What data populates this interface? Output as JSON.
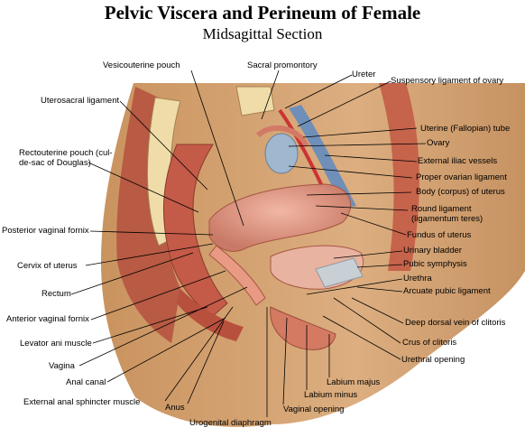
{
  "title": "Pelvic Viscera and Perineum of Female",
  "subtitle": "Midsagittal Section",
  "labels": {
    "vesicouterine_pouch": "Vesicouterine pouch",
    "sacral_promontory": "Sacral promontory",
    "ureter": "Ureter",
    "suspensory_ligament": "Suspensory ligament of ovary",
    "uterosacral_ligament": "Uterosacral ligament",
    "uterine_tube": "Uterine (Fallopian) tube",
    "ovary": "Ovary",
    "rectouterine_pouch_1": "Rectouterine pouch (cul-",
    "rectouterine_pouch_2": "de-sac of Douglas)",
    "external_iliac": "External iliac vessels",
    "proper_ovarian": "Proper ovarian ligament",
    "body_of_uterus": "Body (corpus) of uterus",
    "round_ligament_1": "Round ligament",
    "round_ligament_2": "(ligamentum teres)",
    "posterior_fornix": "Posterior vaginal fornix",
    "fundus": "Fundus of uterus",
    "urinary_bladder": "Urinary bladder",
    "cervix": "Cervix of uterus",
    "pubic_symphysis": "Pubic symphysis",
    "urethra": "Urethra",
    "rectum": "Rectum",
    "arcuate_pubic": "Arcuate pubic ligament",
    "anterior_fornix": "Anterior vaginal fornix",
    "deep_dorsal_vein": "Deep dorsal vein of clitoris",
    "levator_ani": "Levator ani muscle",
    "crus_clitoris": "Crus of clitoris",
    "vagina": "Vagina",
    "urethral_opening": "Urethral opening",
    "anal_canal": "Anal canal",
    "labium_majus": "Labium majus",
    "labium_minus": "Labium minus",
    "external_anal_sphincter": "External anal sphincter muscle",
    "anus": "Anus",
    "vaginal_opening": "Vaginal opening",
    "urogenital_diaphragm": "Urogenital diaphragm"
  },
  "colors": {
    "skin": "#d9a779",
    "muscle": "#b8503e",
    "uterus": "#d98a78",
    "bone": "#f0e2b4",
    "vessel_blue": "#6f8fb8",
    "bladder": "#c8d0d6",
    "ovary": "#9fb7cf"
  }
}
